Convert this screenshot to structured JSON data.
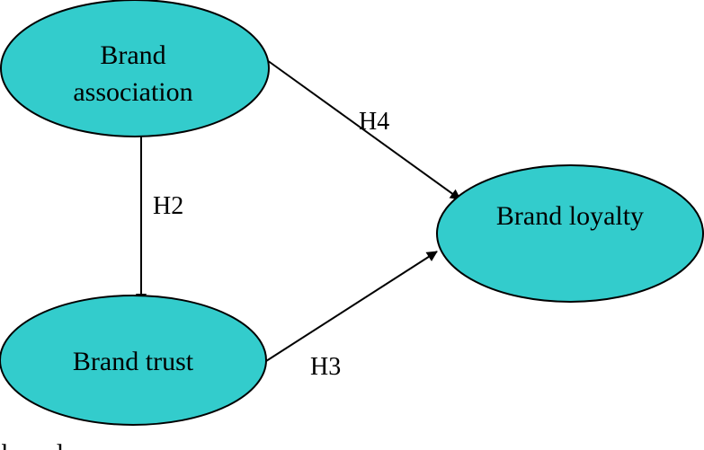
{
  "nodes": {
    "brand_association": {
      "label_line1": "Brand",
      "label_line2": "association"
    },
    "brand_trust": {
      "label": "Brand trust"
    },
    "brand_loyalty": {
      "label": "Brand loyalty"
    }
  },
  "edges": {
    "h2": {
      "label": "H2"
    },
    "h3": {
      "label": "H3"
    },
    "h4": {
      "label": "H4"
    }
  },
  "colors": {
    "node_fill": "#33CCCC",
    "stroke": "#000000"
  },
  "bottom_cut_text": "based"
}
